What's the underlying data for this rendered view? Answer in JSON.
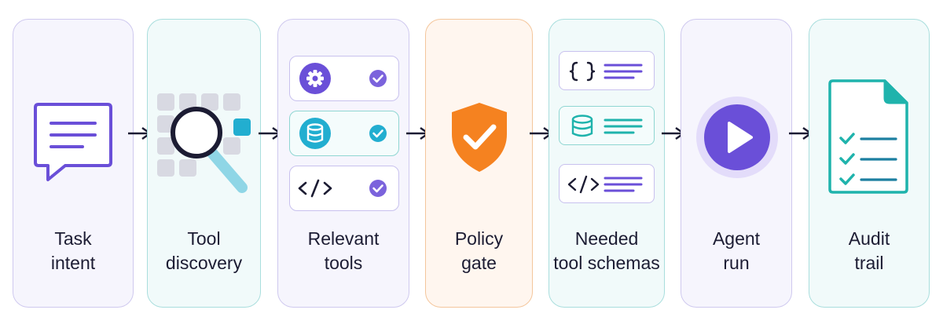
{
  "stages": [
    {
      "id": "task-intent",
      "line1": "Task",
      "line2": "intent"
    },
    {
      "id": "tool-discovery",
      "line1": "Tool",
      "line2": "discovery"
    },
    {
      "id": "relevant-tools",
      "line1": "Relevant",
      "line2": "tools"
    },
    {
      "id": "policy-gate",
      "line1": "Policy",
      "line2": "gate"
    },
    {
      "id": "needed-tool-schemas",
      "line1": "Needed",
      "line2": "tool schemas"
    },
    {
      "id": "agent-run",
      "line1": "Agent",
      "line2": "run"
    },
    {
      "id": "audit-trail",
      "line1": "Audit",
      "line2": "trail"
    }
  ],
  "relevant_tools": [
    {
      "icon": "gear-icon",
      "status": "check-icon"
    },
    {
      "icon": "database-icon",
      "status": "check-icon"
    },
    {
      "icon": "code-icon",
      "status": "check-icon"
    }
  ],
  "needed_schemas": [
    {
      "icon": "braces-icon"
    },
    {
      "icon": "database-icon"
    },
    {
      "icon": "code-icon"
    }
  ],
  "colors": {
    "purple": "#6a4fd8",
    "teal": "#1fb3ac",
    "orange": "#f58220",
    "dark": "#1c1c33"
  }
}
